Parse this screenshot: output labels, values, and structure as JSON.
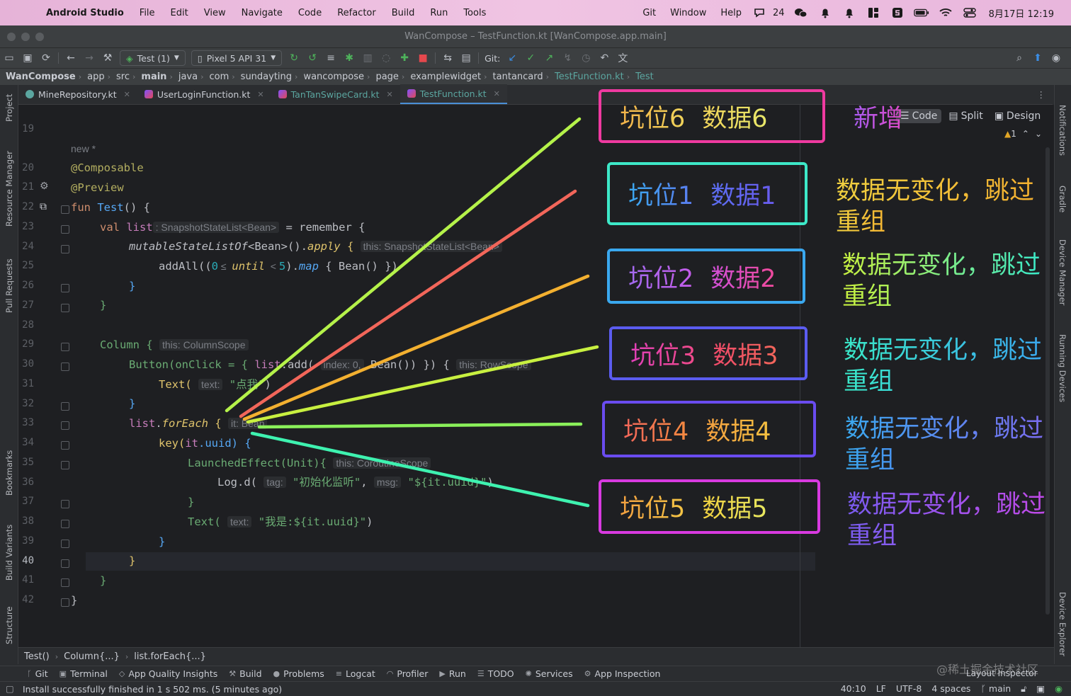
{
  "menubar": {
    "app": "Android Studio",
    "items": [
      "File",
      "Edit",
      "View",
      "Navigate",
      "Code",
      "Refactor",
      "Build",
      "Run",
      "Tools"
    ],
    "right_items": [
      "Git",
      "Window",
      "Help"
    ],
    "count": "24",
    "datetime": "8月17日  12:19"
  },
  "window": {
    "title": "WanCompose – TestFunction.kt [WanCompose.app.main]"
  },
  "toolbar": {
    "run_config": "Test (1)",
    "device": "Pixel 5 API 31",
    "git_label": "Git:"
  },
  "breadcrumb": {
    "items": [
      "WanCompose",
      "app",
      "src",
      "main",
      "java",
      "com",
      "sundayting",
      "wancompose",
      "page",
      "examplewidget",
      "tantancard"
    ],
    "file": "TestFunction.kt",
    "symbol": "Test"
  },
  "tabs": [
    {
      "label": "MineRepository.kt"
    },
    {
      "label": "UserLoginFunction.kt"
    },
    {
      "label": "TanTanSwipeCard.kt"
    },
    {
      "label": "TestFunction.kt"
    }
  ],
  "left_tools": [
    "Project",
    "Resource Manager",
    "Pull Requests",
    "Bookmarks",
    "Build Variants",
    "Structure"
  ],
  "right_tools": [
    "Notifications",
    "Gradle",
    "Device Manager",
    "Running Devices",
    "Device Explorer"
  ],
  "editor_modes": {
    "code": "Code",
    "split": "Split",
    "design": "Design"
  },
  "warnings": {
    "count": "1"
  },
  "code": {
    "line_numbers": [
      "19",
      "20",
      "21",
      "22",
      "23",
      "24",
      "25",
      "26",
      "27",
      "28",
      "29",
      "30",
      "31",
      "32",
      "33",
      "34",
      "35",
      "36",
      "37",
      "38",
      "39",
      "40",
      "41",
      "42"
    ],
    "new_marker": "new *",
    "l20": "@Composable",
    "l21": "@Preview",
    "l22_kw": "fun ",
    "l22_fn": "Test",
    "l22_rest": "() {",
    "l23_kw": "val ",
    "l23_var": "list",
    "l23_hint": ": SnapshotStateList<Bean>",
    "l23_rest": " = remember {",
    "l24_fn": "mutableStateListOf",
    "l24_mid": "<Bean>().",
    "l24_apply": "apply",
    "l24_brace": " { ",
    "l24_hint": "this: SnapshotStateList<Bean>",
    "l25_a": "addAll((",
    "l25_num": "0",
    "l25_b": " ≤  ",
    "l25_until": "until",
    "l25_c": "  < ",
    "l25_num2": "5",
    "l25_d": ").",
    "l25_map": "map",
    "l25_e": " { Bean() })",
    "l26": "}",
    "l27": "}",
    "l29_a": "Column ",
    "l29_b": "{ ",
    "l29_hint": "this: ColumnScope",
    "l30_a": "Button(onClick = { ",
    "l30_list": "list",
    "l30_b": ".add( ",
    "l30_hint": "index: 0,",
    "l30_c": " Bean()) }) { ",
    "l30_hint2": "this: RowScope",
    "l31_a": "Text( ",
    "l31_hint": "text:",
    "l31_str": " \"点我\"",
    "l31_b": ")",
    "l32": "}",
    "l33_list": "list",
    "l33_dot": ".",
    "l33_fe": "forEach",
    "l33_b": " { ",
    "l33_hint": "it: Bean",
    "l34_a": "key(",
    "l34_it": "it",
    "l34_b": ".uuid) {",
    "l35_a": "LaunchedEffect(Unit){ ",
    "l35_hint": "this: CoroutineScope",
    "l36_a": "Log.d( ",
    "l36_hint": "tag:",
    "l36_str": " \"初始化监听\"",
    ", ": ", ",
    "l36_hint2": "msg:",
    "l36_str2": " \"${it.uuid}\"",
    "l36_b": ")",
    "l37": "}",
    "l38_a": "Text( ",
    "l38_hint": "text:",
    "l38_str": " \"我是:${it.uuid}\"",
    "l38_b": ")",
    "l39": "}",
    "l40": "}",
    "l41": "}",
    "l42": "}"
  },
  "code_breadcrumb": [
    "Test()",
    "Column{...}",
    "list.forEach{...}"
  ],
  "tool_windows": [
    "Git",
    "Terminal",
    "App Quality Insights",
    "Build",
    "Problems",
    "Logcat",
    "Profiler",
    "Run",
    "TODO",
    "Services",
    "App Inspection"
  ],
  "status": {
    "message": "Install successfully finished in 1 s 502 ms. (5 minutes ago)",
    "position": "40:10",
    "line_sep": "LF",
    "encoding": "UTF-8",
    "indent": "4 spaces",
    "branch": "main"
  },
  "watermark": "@稀土掘金技术社区",
  "overlay": {
    "layout_inspector": "Layout Inspector",
    "slots": [
      {
        "pos": "坑位6",
        "data": "数据6",
        "border": "#ef3aa0"
      },
      {
        "pos": "坑位1",
        "data": "数据1",
        "border": "#3de8c8"
      },
      {
        "pos": "坑位2",
        "data": "数据2",
        "border": "#3aa8ef"
      },
      {
        "pos": "坑位3",
        "data": "数据3",
        "border": "#5b5cf0"
      },
      {
        "pos": "坑位4",
        "data": "数据4",
        "border": "#6a4cf0"
      },
      {
        "pos": "坑位5",
        "data": "数据5",
        "border": "#d83ae0"
      }
    ],
    "added": "新增",
    "unchanged": [
      "数据无变化，跳过",
      "重组"
    ]
  }
}
